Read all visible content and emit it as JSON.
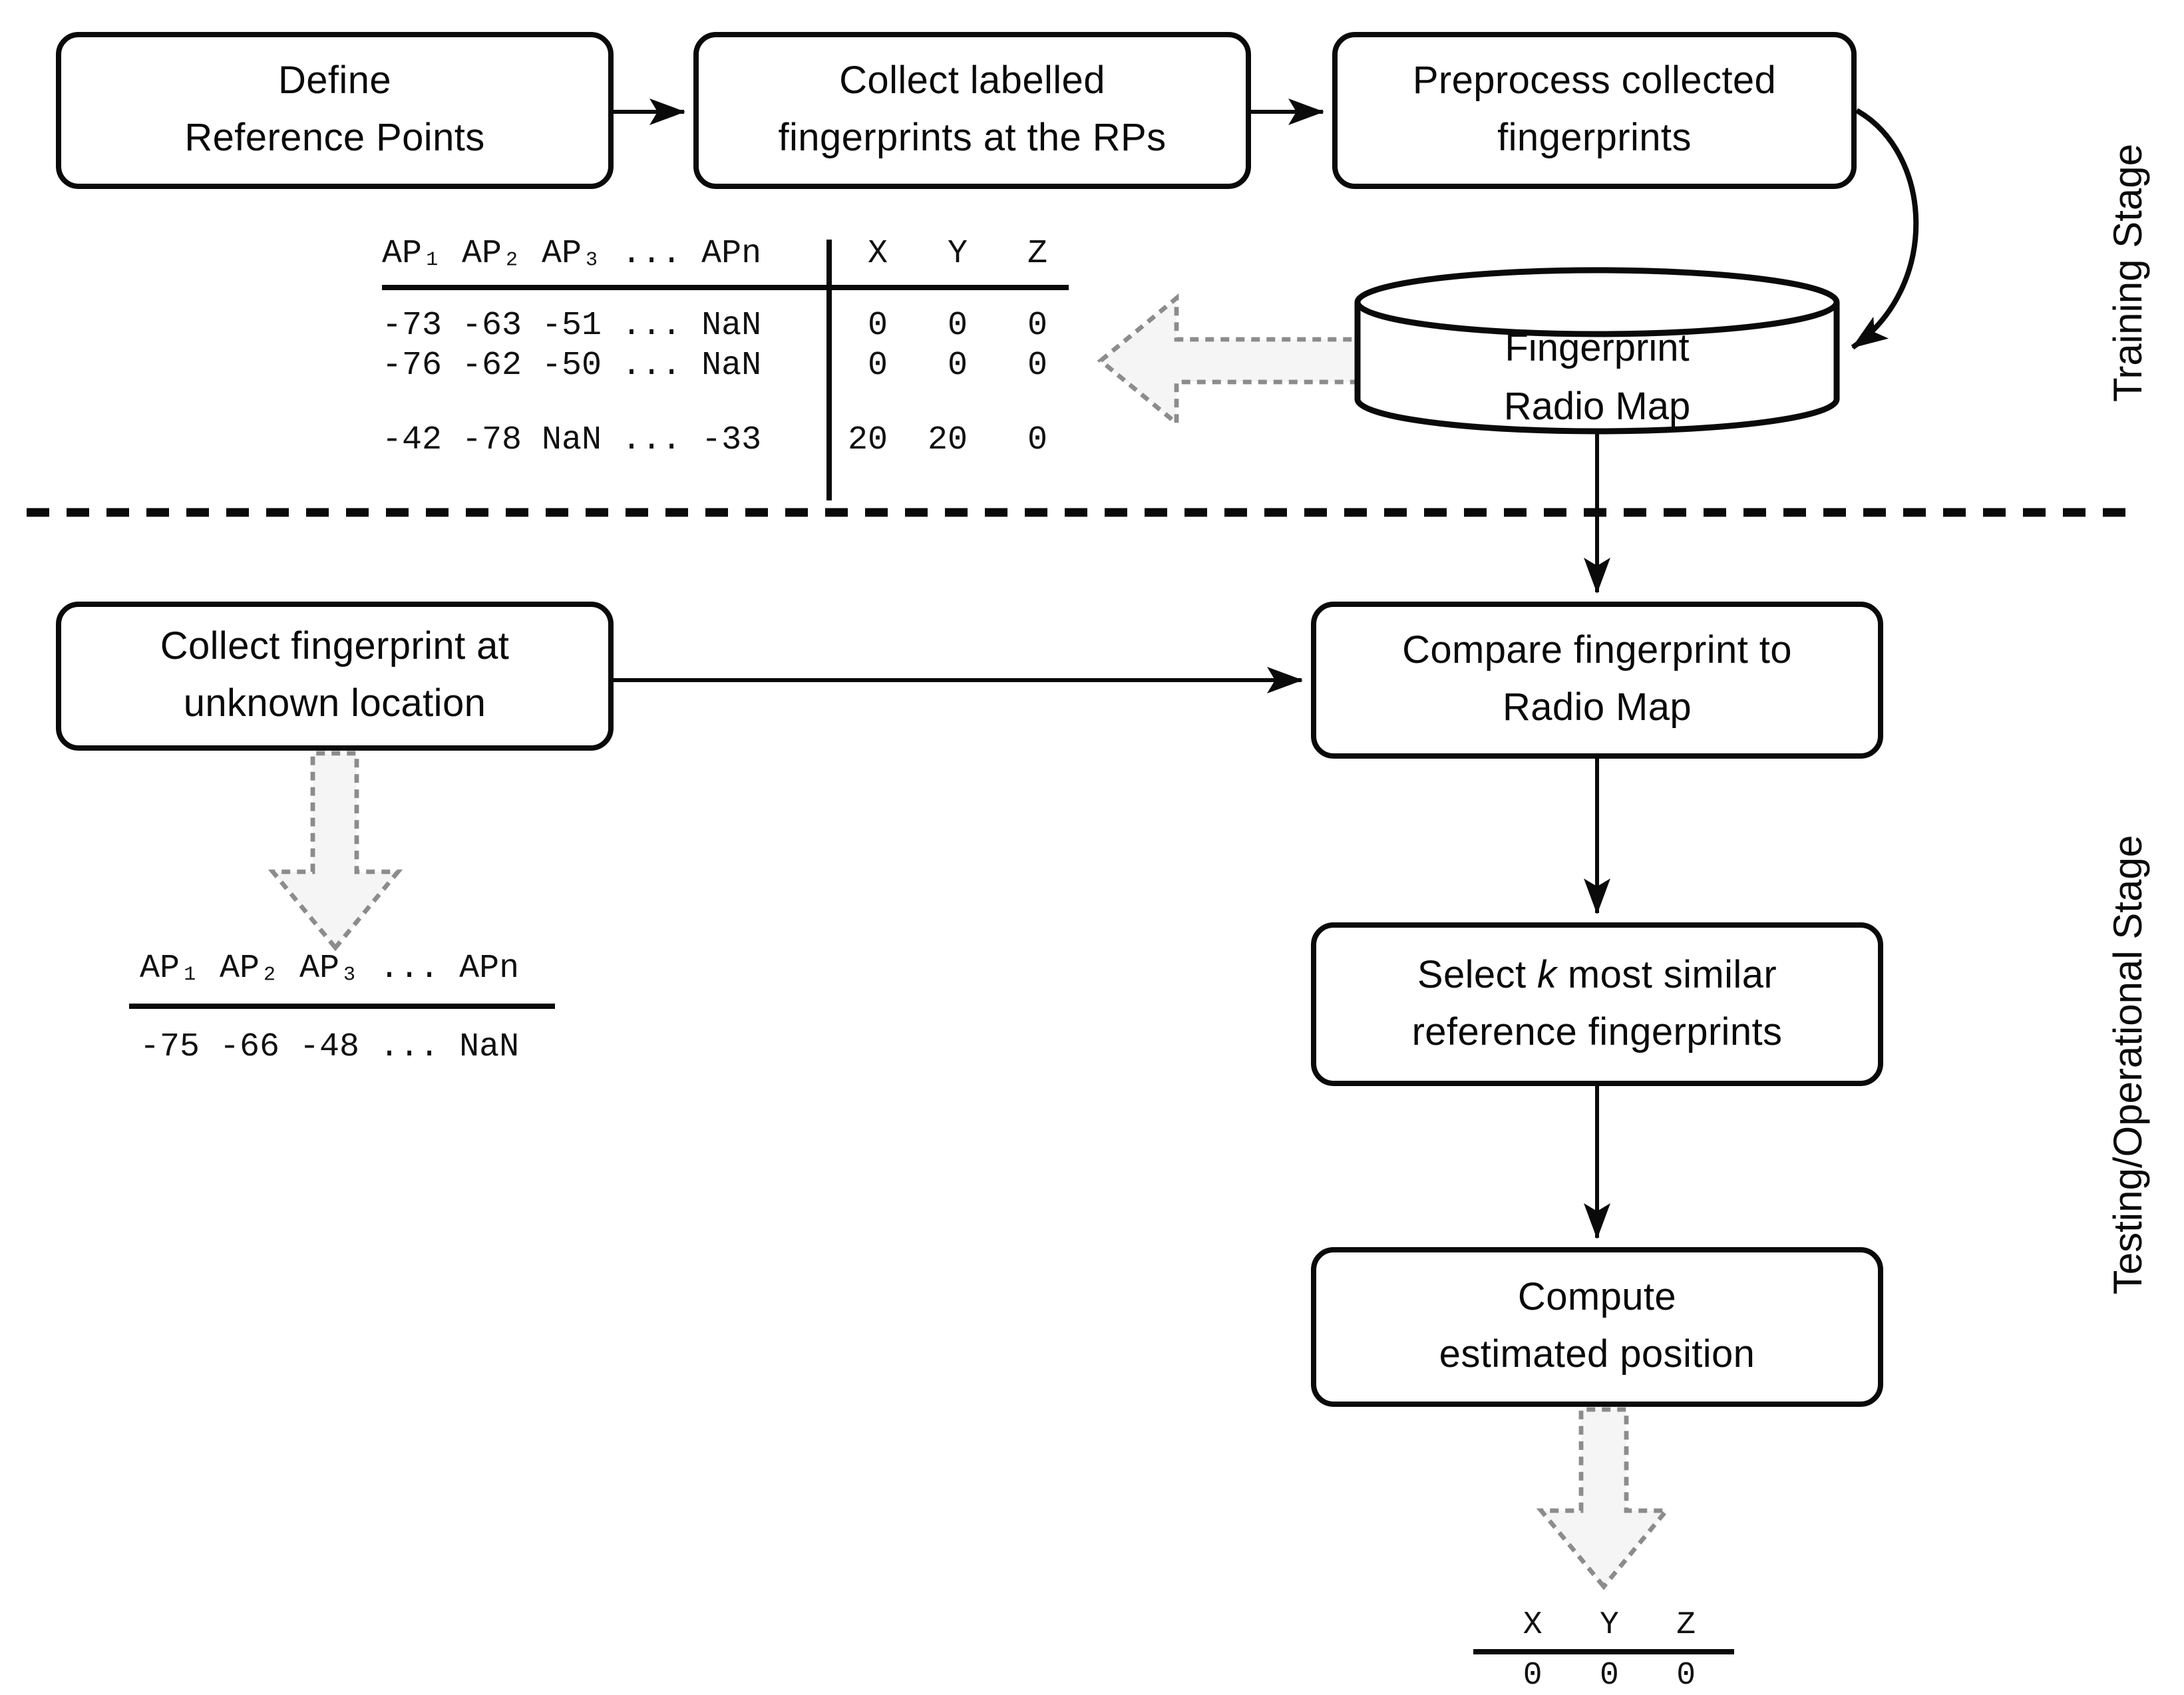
{
  "stages": {
    "training": "Training Stage",
    "testing": "Testing/Operational Stage"
  },
  "boxes": {
    "define": {
      "line1": "Define",
      "line2": "Reference Points"
    },
    "collect_labelled": {
      "line1": "Collect labelled",
      "line2": "fingerprints at the RPs"
    },
    "preprocess": {
      "line1": "Preprocess collected",
      "line2": "fingerprints"
    },
    "collect_unknown": {
      "line1": "Collect fingerprint at",
      "line2": "unknown location"
    },
    "compare": {
      "line1": "Compare fingerprint to",
      "line2": "Radio Map"
    },
    "select_k": {
      "line1_pre": "Select ",
      "line1_k": "k",
      "line1_post": " most similar",
      "line2": "reference fingerprints"
    },
    "compute": {
      "line1": "Compute",
      "line2": "estimated position"
    }
  },
  "database": {
    "line1": "Fingerprint",
    "line2": "Radio Map"
  },
  "radio_map_table": {
    "header_left": "AP₁ AP₂ AP₃ ... APn",
    "header_right": " X   Y   Z",
    "rows": [
      {
        "left": "-73 -63 -51 ... NaN",
        "right": " 0   0   0"
      },
      {
        "left": "-76 -62 -50 ... NaN",
        "right": " 0   0   0"
      },
      {
        "left": "-42 -78 NaN ... -33",
        "right": "20  20   0"
      }
    ]
  },
  "test_fingerprint_table": {
    "header": "AP₁ AP₂ AP₃ ... APn",
    "row": "-75 -66 -48 ... NaN"
  },
  "estimated_position_table": {
    "header": " X   Y   Z",
    "row": " 0   0   0"
  },
  "colors": {
    "ink": "#0a0a0a",
    "gray_arrow_fill": "#f5f5f5",
    "gray_arrow_stroke": "#8c8c8c",
    "background": "#ffffff"
  }
}
